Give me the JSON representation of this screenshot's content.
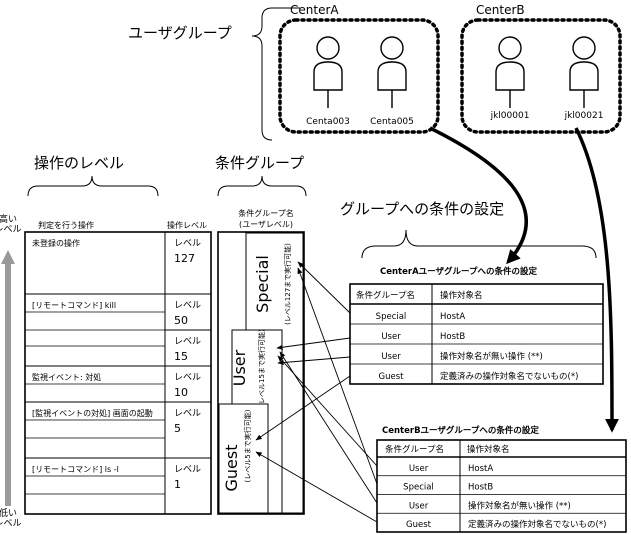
{
  "user_groups": {
    "title": "ユーザグループ",
    "center_a": {
      "label": "CenterA",
      "users": [
        "Centa003",
        "Centa005"
      ]
    },
    "center_b": {
      "label": "CenterB",
      "users": [
        "jkl00001",
        "jkl00021"
      ]
    }
  },
  "operation_levels": {
    "title": "操作のレベル",
    "header_operation": "判定を行う操作",
    "header_level": "操作レベル",
    "axis_high": "高い\nレベル",
    "axis_low": "低い\nレベル",
    "rows": [
      {
        "operation": "未登録の操作",
        "level_word": "レベル",
        "level_num": "127"
      },
      {
        "operation": "[リモートコマンド] kill",
        "level_word": "レベル",
        "level_num": "50"
      },
      {
        "operation": "",
        "level_word": "レベル",
        "level_num": "15"
      },
      {
        "operation": "監視イベント: 対処",
        "level_word": "レベル",
        "level_num": "10"
      },
      {
        "operation": "[監視イベントの対処] 画面の起動",
        "level_word": "レベル",
        "level_num": "5"
      },
      {
        "operation": "[リモートコマンド] ls -l",
        "level_word": "レベル",
        "level_num": "1"
      }
    ]
  },
  "condition_groups": {
    "title": "条件グループ",
    "header_line1": "条件グループ名",
    "header_line2": "(ユーザレベル)",
    "special": {
      "name": "Special",
      "note": "(レベル127まで実行可能)"
    },
    "user": {
      "name": "User",
      "note": "(レベル15まで実行可能)"
    },
    "guest": {
      "name": "Guest",
      "note": "(レベル5まで実行可能)"
    }
  },
  "settings": {
    "title": "グループへの条件の設定",
    "center_a_table": {
      "title": "CenterAユーザグループへの条件の設定",
      "col_group": "条件グループ名",
      "col_target": "操作対象名",
      "rows": [
        {
          "group": "Special",
          "target": "HostA"
        },
        {
          "group": "User",
          "target": "HostB"
        },
        {
          "group": "User",
          "target": "操作対象名が無い操作 (**)"
        },
        {
          "group": "Guest",
          "target": "定義済みの操作対象名でないもの(*)"
        }
      ]
    },
    "center_b_table": {
      "title": "CenterBユーザグループへの条件の設定",
      "col_group": "条件グループ名",
      "col_target": "操作対象名",
      "rows": [
        {
          "group": "User",
          "target": "HostA"
        },
        {
          "group": "Special",
          "target": "HostB"
        },
        {
          "group": "User",
          "target": "操作対象名が無い操作 (**)"
        },
        {
          "group": "Guest",
          "target": "定義済みの操作対象名でないもの(*)"
        }
      ]
    }
  },
  "colors": {
    "line": "#000000",
    "axis_arrow": "#9a9a9a",
    "background": "#ffffff"
  }
}
